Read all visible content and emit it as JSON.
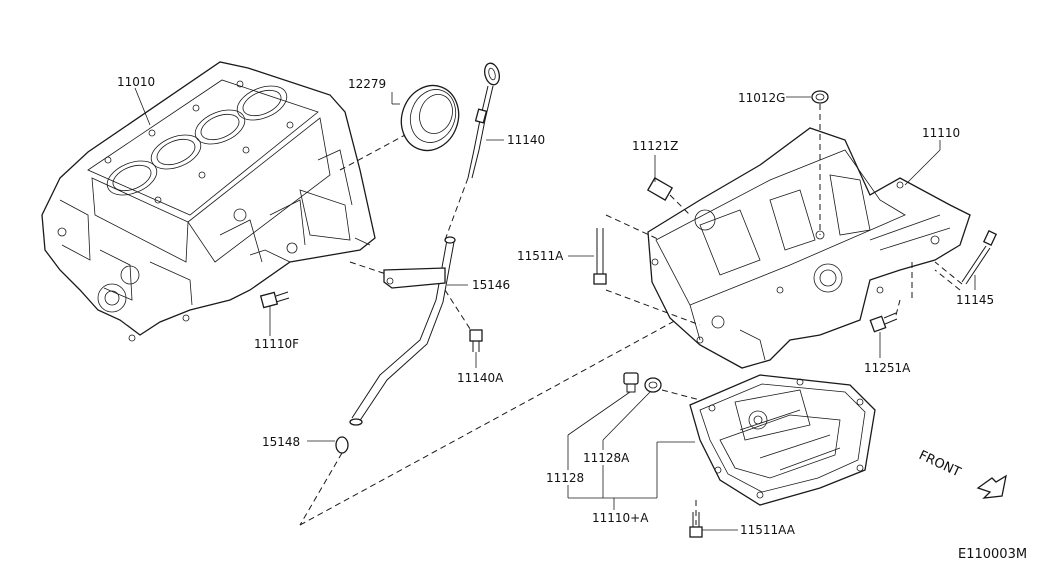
{
  "diagram": {
    "reference_code": "E110003M",
    "direction_label": "FRONT",
    "parts": [
      {
        "id": "cylinder-block",
        "label": "11010"
      },
      {
        "id": "rear-oil-seal",
        "label": "12279"
      },
      {
        "id": "oil-level-gauge",
        "label": "11140"
      },
      {
        "id": "gauge-guide",
        "label": "15146"
      },
      {
        "id": "guide-bolt",
        "label": "11140A"
      },
      {
        "id": "o-ring",
        "label": "15148"
      },
      {
        "id": "block-plug-bolt",
        "label": "11110F"
      },
      {
        "id": "upper-oil-pan",
        "label": "11110"
      },
      {
        "id": "sensor-seal",
        "label": "11012G"
      },
      {
        "id": "baffle-sensor",
        "label": "11121Z"
      },
      {
        "id": "pan-long-bolt",
        "label": "11511A"
      },
      {
        "id": "oil-level-sensor",
        "label": "11145"
      },
      {
        "id": "pan-side-bolt",
        "label": "11251A"
      },
      {
        "id": "drain-plug",
        "label": "11128"
      },
      {
        "id": "drain-washer",
        "label": "11128A"
      },
      {
        "id": "oil-pan-assembly",
        "label": "11110+A"
      },
      {
        "id": "lower-pan-bolt",
        "label": "11511AA"
      }
    ]
  }
}
